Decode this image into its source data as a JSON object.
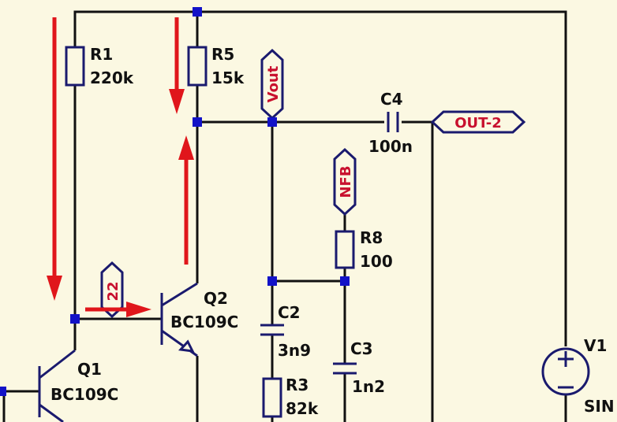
{
  "colors": {
    "background": "#fbf8e2",
    "wire": "#111111",
    "component": "#1a1a6e",
    "junction": "#1212c8",
    "flag_text": "#c8102e",
    "current_arrow": "#e0161b"
  },
  "components": {
    "r1": {
      "ref": "R1",
      "value": "220k"
    },
    "r5": {
      "ref": "R5",
      "value": "15k"
    },
    "r8": {
      "ref": "R8",
      "value": "100"
    },
    "r3": {
      "ref": "R3",
      "value": "82k"
    },
    "c4": {
      "ref": "C4",
      "value": "100n"
    },
    "c2": {
      "ref": "C2",
      "value": "3n9"
    },
    "c3": {
      "ref": "C3",
      "value": "1n2"
    },
    "q1": {
      "ref": "Q1",
      "value": "BC109C"
    },
    "q2": {
      "ref": "Q2",
      "value": "BC109C"
    },
    "v1": {
      "ref": "V1",
      "value": "SIN"
    }
  },
  "net_labels": {
    "vout": "Vout",
    "nfb": "NFB",
    "out2": "OUT-2",
    "n22": "22"
  }
}
